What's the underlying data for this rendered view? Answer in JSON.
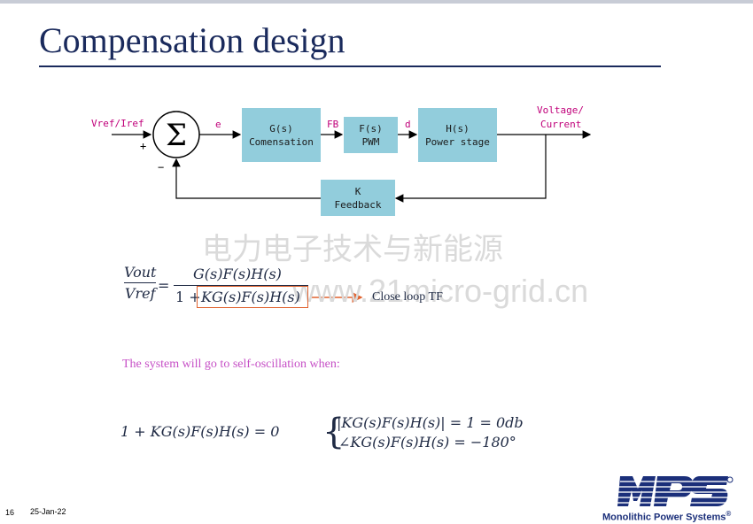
{
  "slide": {
    "title": "Compensation design",
    "page_number": "16",
    "date": "25-Jan-22"
  },
  "diagram": {
    "input_label": "Vref/Iref",
    "plus_sign": "+",
    "minus_sign": "−",
    "summing_symbol": "Σ",
    "signal_e": "e",
    "signal_fb": "FB",
    "signal_d": "d",
    "output_label_line1": "Voltage/",
    "output_label_line2": "Current",
    "blocks": {
      "g": {
        "line1": "G(s)",
        "line2": "Comensation"
      },
      "f": {
        "line1": "F(s)",
        "line2": "PWM"
      },
      "h": {
        "line1": "H(s)",
        "line2": "Power stage"
      },
      "k": {
        "line1": "K",
        "line2": "Feedback"
      }
    }
  },
  "watermark": {
    "line1": "电力电子技术与新能源",
    "line2": "www.21micro-grid.cn"
  },
  "equation_tf": {
    "lhs_num": "Vout",
    "lhs_den": "Vref",
    "equals": "=",
    "rhs_num": "G(s)F(s)H(s)",
    "rhs_den_prefix": "1 +",
    "rhs_den_highlight": "KG(s)F(s)H(s)",
    "arrow_label": "Close loop TF"
  },
  "oscillation_note": "The system will go to  self-oscillation when:",
  "equation_osc": {
    "condition": "1 + KG(s)F(s)H(s) = 0",
    "magnitude": "|KG(s)F(s)H(s)| = 1 = 0db",
    "phase": "∠KG(s)F(s)H(s) = −180°"
  },
  "logo": {
    "mark_text": "MPS",
    "company": "Monolithic Power Systems",
    "registered": "®",
    "colors": {
      "navy": "#1b2f7a"
    }
  },
  "colors": {
    "title": "#1a2a5c",
    "block_fill": "#92cddc",
    "signal_label": "#c0007a",
    "highlight_box": "#e0622e",
    "note_text": "#c64fc6"
  }
}
